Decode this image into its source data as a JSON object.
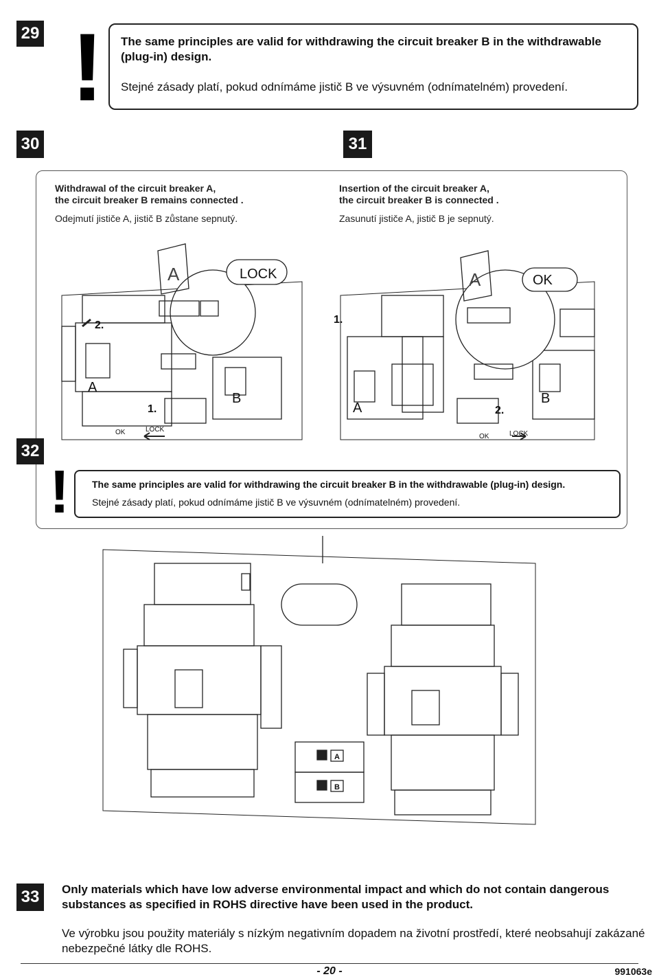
{
  "step29": {
    "number": "29",
    "note_en": "The same principles are valid for withdrawing the circuit breaker B in the withdrawable (plug-in) design.",
    "note_cz": "Stejné zásady platí, pokud odnímáme jistič B ve výsuvném (odnímatelném) provedení."
  },
  "step30": {
    "number": "30",
    "caption_en_line1": "Withdrawal of the circuit breaker A,",
    "caption_en_line2": "the circuit breaker B remains connected .",
    "caption_cz": "Odejmutí jističe A, jistič B zůstane sepnutý.",
    "lock_label": "LOCK",
    "callout_letter": "A",
    "step_a_label": "2.",
    "step_b_label": "1.",
    "breaker_a_label": "A",
    "breaker_b_label": "B",
    "ok_label": "OK",
    "lock_small_label": "LOCK"
  },
  "step31": {
    "number": "31",
    "caption_en_line1": "Insertion of the circuit breaker A,",
    "caption_en_line2": "the circuit breaker B is connected .",
    "caption_cz": "Zasunutí jističe A, jistič B je sepnutý.",
    "ok_label": "OK",
    "callout_letter": "A",
    "step_a_label": "1.",
    "step_b_label": "2.",
    "breaker_a_label": "A",
    "breaker_b_label": "B",
    "ok_small_label": "OK",
    "lock_small_label": "LOCK"
  },
  "step32": {
    "number": "32",
    "note_en": "The same principles are valid for withdrawing the circuit breaker B in the withdrawable (plug-in) design.",
    "note_cz": "Stejné zásady platí, pokud odnímáme jistič B ve výsuvném (odnímatelném) provedení.",
    "module_a_label": "A",
    "module_b_label": "B"
  },
  "step33": {
    "number": "33",
    "text_en": "Only materials which have low adverse environmental impact and which do not contain dangerous substances as specified in ROHS directive have been used in the product.",
    "text_cz": "Ve výrobku jsou použity materiály s nízkým negativním dopadem na životní prostředí, které neobsahují zakázané nebezpečné látky dle ROHS."
  },
  "footer": {
    "page_number": "- 20 -",
    "doc_code": "991063e"
  },
  "colors": {
    "badge_bg": "#1a1a1a",
    "line": "#222222"
  }
}
